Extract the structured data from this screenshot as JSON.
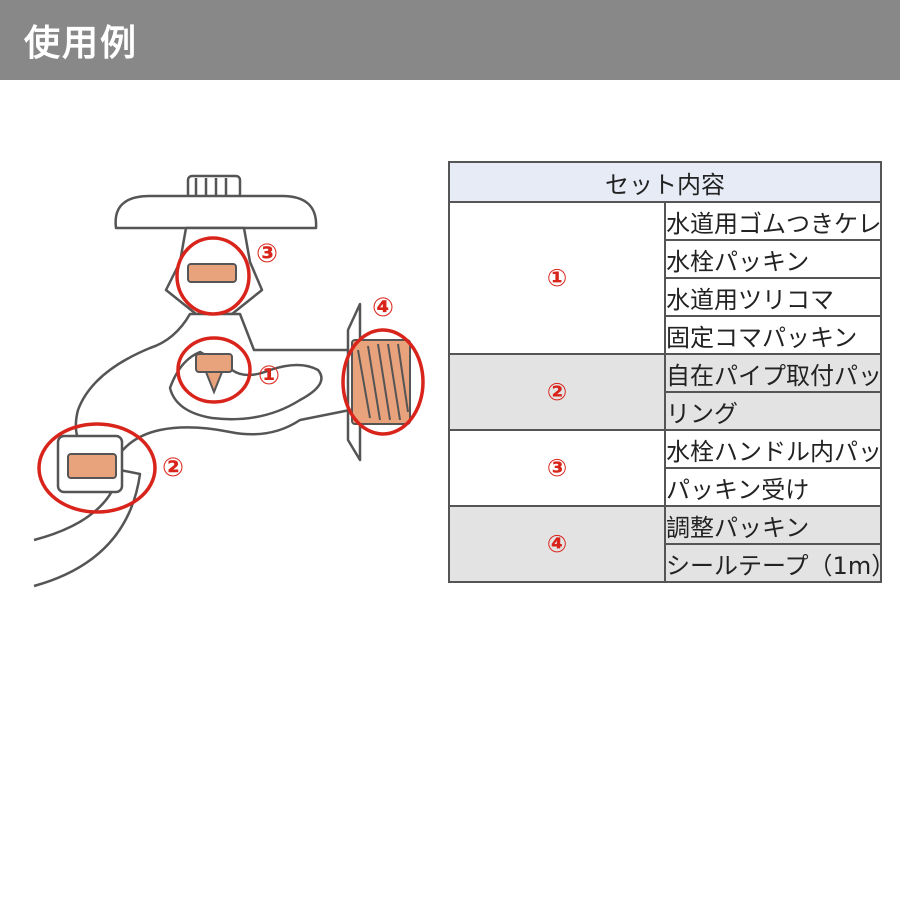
{
  "header": {
    "title": "使用例"
  },
  "diagram": {
    "callouts": [
      {
        "id": "3",
        "label": "③"
      },
      {
        "id": "1",
        "label": "①"
      },
      {
        "id": "4",
        "label": "④"
      },
      {
        "id": "2",
        "label": "②"
      }
    ],
    "colors": {
      "highlight": "#d9241b",
      "part": "#e8a27c",
      "outline": "#555555"
    }
  },
  "table": {
    "header": "セット内容",
    "groups": [
      {
        "label": "①",
        "shaded": false,
        "items": [
          "水道用ゴムつきケレップ",
          "水栓パッキン",
          "水道用ツリコマ",
          "固定コマパッキン"
        ]
      },
      {
        "label": "②",
        "shaded": true,
        "items": [
          "自在パイプ取付パッキン",
          "リング"
        ]
      },
      {
        "label": "③",
        "shaded": false,
        "items": [
          "水栓ハンドル内パッキン",
          "パッキン受け"
        ]
      },
      {
        "label": "④",
        "shaded": true,
        "items": [
          "調整パッキン",
          "シールテープ（1m）"
        ]
      }
    ]
  }
}
